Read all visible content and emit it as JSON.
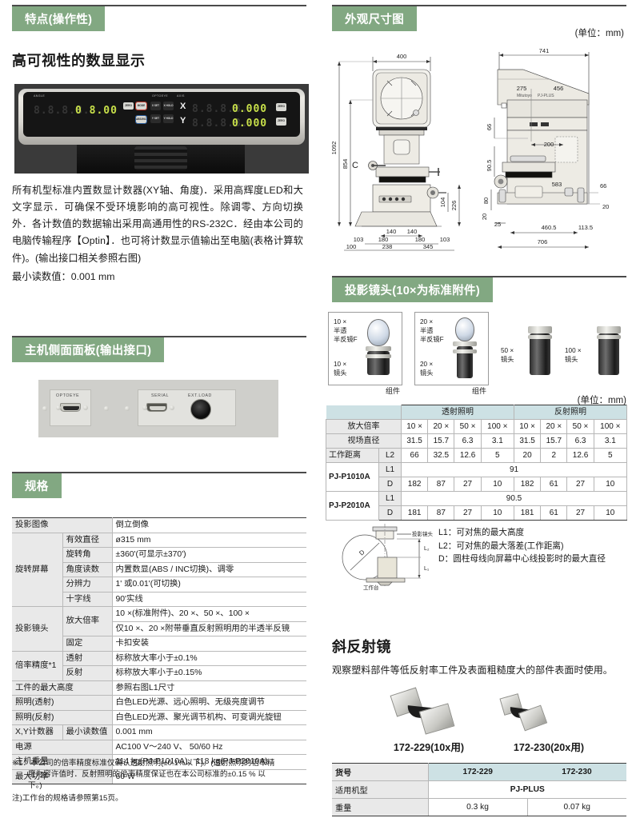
{
  "sections": {
    "features": {
      "title": "特点(操作性)"
    },
    "dimensions": {
      "title": "外观尺寸图",
      "unit_note": "(单位：mm)"
    },
    "side_panel": {
      "title": "主机侧面面板(输出接口)"
    },
    "specs": {
      "title": "规格"
    },
    "lenses": {
      "title": "投影镜头(10×为标准附件)",
      "unit_note": "(单位：mm)"
    },
    "oblique_mirror": {
      "title": "斜反射镜"
    }
  },
  "features": {
    "subhead": "高可视性的数显显示",
    "paragraph": "所有机型标准内置数显计数器(XY轴、角度)．采用高辉度LED和大文字显示．可确保不受环境影响的高可视性。除调零、方向切换外．各计数值的数据输出采用高通用性的RS-232C．经由本公司的电脑传输程序【Optin】．也可将计数显示值输出至电脑(表格计算软件)。(输出接口相关参照右图)",
    "min_reading": "最小读数值：0.001 mm",
    "dro": {
      "label_angle": "ANGLE",
      "label_optoeye": "OPTOEYE",
      "label_axis": "AXIS",
      "angle_dim": "8.8.8.8.",
      "angle_lit": "0 8.00",
      "axis_x_label": "X",
      "axis_y_label": "Y",
      "x_dim": "8.8.8.8.",
      "x_lit": "0.000",
      "y_dim": "8.8.8.8.",
      "y_lit": "0.000",
      "btn_zero": "ZERO",
      "btn_mode": "MODE",
      "btn_absinc": "ABS/INC",
      "btn_xset": "X SET",
      "btn_xhold": "X HOLD",
      "btn_yset": "Y SET",
      "btn_yhold": "Y HOLD",
      "btn_zero_x": "ZERO",
      "btn_zero_y": "ZERO"
    }
  },
  "side_panel": {
    "connector_optoeye": "OPTOEYE",
    "connector_serial": "SERIAL",
    "connector_extload": "EXT.LOAD"
  },
  "dimension_drawing": {
    "front_view": {
      "dims": [
        "400",
        "1092",
        "854",
        "104",
        "226",
        "140",
        "140",
        "103",
        "180",
        "180",
        "103",
        "100",
        "238",
        "345"
      ],
      "marker": "C"
    },
    "side_view": {
      "dims": [
        "741",
        "275",
        "456",
        "66",
        "200",
        "90.5",
        "583",
        "66",
        "80",
        "20",
        "20",
        "25",
        "460.5",
        "113.5",
        "706"
      ],
      "brand": "Mitutoyo",
      "model": "PJ-PLUS"
    }
  },
  "lens_photos": [
    {
      "top_label": "10 ×\n半透\n半反镜F",
      "bottom_label": "10 ×\n镜头",
      "caption": "组件",
      "boxed": true
    },
    {
      "top_label": "20 ×\n半透\n半反镜F",
      "bottom_label": "20 ×\n镜头",
      "caption": "组件",
      "boxed": true
    },
    {
      "label": "50 ×\n镜头",
      "boxed": false
    },
    {
      "label": "100 ×\n镜头",
      "boxed": false
    }
  ],
  "lens_table": {
    "group_headers": [
      "",
      "透射照明",
      "反射照明"
    ],
    "rows": [
      {
        "label": "放大倍率",
        "sub": "",
        "values": [
          "10 ×",
          "20 ×",
          "50 ×",
          "100 ×",
          "10 ×",
          "20 ×",
          "50 ×",
          "100 ×"
        ]
      },
      {
        "label": "视场直径",
        "sub": "",
        "values": [
          "31.5",
          "15.7",
          "6.3",
          "3.1",
          "31.5",
          "15.7",
          "6.3",
          "3.1"
        ]
      },
      {
        "label": "工作距离",
        "sub": "L2",
        "values": [
          "66",
          "32.5",
          "12.6",
          "5",
          "20",
          "2",
          "12.6",
          "5"
        ]
      },
      {
        "label": "PJ-P1010A",
        "sub": "L1",
        "span_value": "91"
      },
      {
        "label": "PJ-P1010A",
        "sub": "D",
        "values": [
          "182",
          "87",
          "27",
          "10",
          "182",
          "61",
          "27",
          "10"
        ]
      },
      {
        "label": "PJ-P2010A",
        "sub": "L1",
        "span_value": "90.5"
      },
      {
        "label": "PJ-P2010A",
        "sub": "D",
        "values": [
          "181",
          "87",
          "27",
          "10",
          "181",
          "61",
          "27",
          "10"
        ]
      }
    ]
  },
  "lens_legend": {
    "diagram": {
      "label_lens": "投影镜头",
      "label_stage": "工作台",
      "d": "D",
      "l1": "L1",
      "l2": "L2"
    },
    "items": [
      "L1：可对焦的最大高度",
      "L2：可对焦的最大落差(工作距离)",
      "D：圆柱母线向屏幕中心线投影时的最大直径"
    ]
  },
  "oblique_mirror": {
    "description": "观察塑料部件等低反射率工件及表面粗糙度大的部件表面时使用。",
    "photo_captions": [
      "172-229(10x用)",
      "172-230(20x用)"
    ],
    "table": {
      "rows": [
        {
          "label": "货号",
          "values": [
            "172-229",
            "172-230"
          ],
          "header": true
        },
        {
          "label": "适用机型",
          "span_value": "PJ-PLUS"
        },
        {
          "label": "重量",
          "values": [
            "0.3 kg",
            "0.07 kg"
          ]
        }
      ]
    }
  },
  "spec_table": {
    "rows": [
      {
        "l1": "投影图像",
        "l1_span": 2,
        "value": "倒立倒像"
      },
      {
        "l1": "旋转屏幕",
        "l1_rows": 5,
        "l2": "有效直径",
        "value": "ø315 mm"
      },
      {
        "l2": "旋转角",
        "value": "±360'(可显示±370')"
      },
      {
        "l2": "角度读数",
        "value": "内置数显(ABS / INC切换)、调零"
      },
      {
        "l2": "分辨力",
        "value": "1' 或0.01'(可切换)"
      },
      {
        "l2": "十字线",
        "value": "90'实线"
      },
      {
        "l1": "投影镜头",
        "l1_rows": 3,
        "l2": "放大倍率",
        "l2_rows": 2,
        "value": "10 ×(标准附件)、20 ×、50 ×、100 ×"
      },
      {
        "value": "仅10 ×、20 ×附带垂直反射照明用的半透半反镜"
      },
      {
        "l2": "固定",
        "value": "卡扣安装"
      },
      {
        "l1": "倍率精度*1",
        "l1_rows": 2,
        "l2": "透射",
        "value": "标称放大率小于±0.1%"
      },
      {
        "l2": "反射",
        "value": "标称放大率小于±0.15%"
      },
      {
        "l1": "工件的最大高度",
        "l1_span": 2,
        "value": "参照右图L1尺寸"
      },
      {
        "l1": "照明(透射)",
        "l1_span": 2,
        "value": "白色LED光源、远心照明、无级亮度调节"
      },
      {
        "l1": "照明(反射)",
        "l1_span": 2,
        "value": "白色LED光源、聚光调节机构、可变调光旋钮"
      },
      {
        "l1": "X,Y计数器",
        "l2": "最小读数值",
        "value": "0.001 mm"
      },
      {
        "l1": "电源",
        "l1_span": 2,
        "value": "AC100 V～240 V、 50/60 Hz"
      },
      {
        "l1": "主机重量",
        "l1_span": 2,
        "value": "114 kg(PJ-P1010A)、118 kg(PJ-P2010A)"
      },
      {
        "l1": "最大功率",
        "l1_span": 2,
        "value": "60 W"
      }
    ],
    "footnotes": [
      "※1：本公司的倍率精度标准仅确认透射照明(±0.1%以下)。(透射照明的倍率精",
      "度为容许值时．反射照明的倍率精度保证也在本公司标准的±0.15 % 以",
      "下。)",
      "注)工作台的规格请参照第15页。"
    ]
  },
  "colors": {
    "section_green": "#82a882",
    "table_header_blue": "#cde1e4",
    "label_gray": "#e9e9e9",
    "rule_dark": "#3a3a3a"
  }
}
